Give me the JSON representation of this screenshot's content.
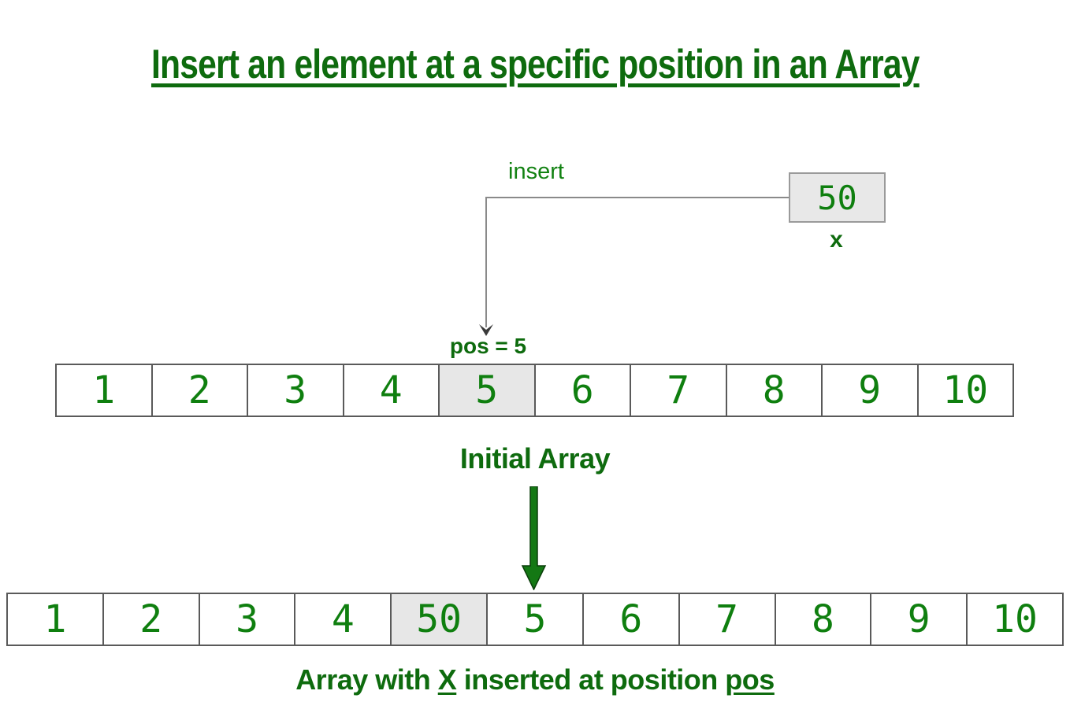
{
  "title": "Insert an element at a specific position in an Array",
  "annotations": {
    "insert_label": "insert",
    "x_value": "50",
    "x_label": "x",
    "pos_label": "pos = 5"
  },
  "initial_array": {
    "cells": [
      "1",
      "2",
      "3",
      "4",
      "5",
      "6",
      "7",
      "8",
      "9",
      "10"
    ],
    "highlight_index": 4,
    "caption": "Initial Array"
  },
  "result_array": {
    "cells": [
      "1",
      "2",
      "3",
      "4",
      "50",
      "5",
      "6",
      "7",
      "8",
      "9",
      "10"
    ],
    "highlight_index": 4,
    "caption": {
      "prefix": "Array with ",
      "x_term": "X",
      "middle": " inserted at position ",
      "pos_term": "pos"
    }
  },
  "colors": {
    "heading_green": "#0e6b0e",
    "digit_green": "#0f7f0f",
    "insert_green": "#128212",
    "arrow_green": "#147814",
    "arrow_green_dark": "#0a3d0a",
    "highlight_gray": "#e7e7e7",
    "box_fill_gray": "#e8e8e8",
    "cell_border_gray": "#5a5a5a",
    "connector_gray": "#8a8a8a",
    "arrowhead_dark": "#3a3a3a"
  }
}
